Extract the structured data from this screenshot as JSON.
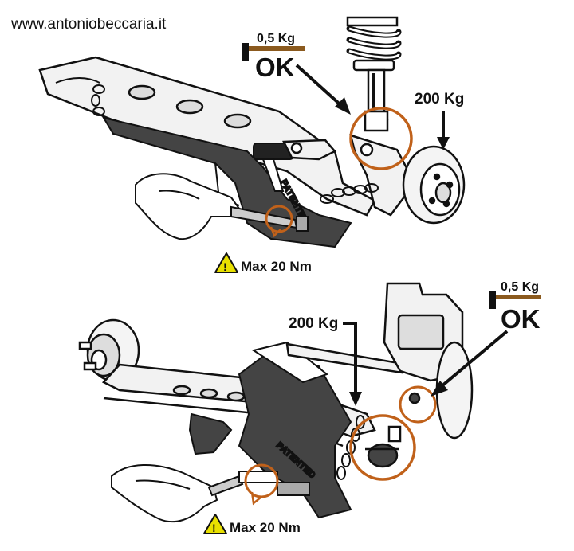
{
  "watermark": "www.antoniobeccaria.it",
  "colors": {
    "highlight_circle": "#c0611a",
    "weight_bar": "#8b5a1e",
    "arm_fill": "#f2f2f2",
    "tool_fill": "#444444",
    "warning_yellow": "#e8e000",
    "ink": "#111111"
  },
  "top_panel": {
    "weight_small": "0,5 Kg",
    "ok": "OK",
    "weight_large": "200 Kg",
    "tool_label": "PATENTED",
    "torque_warning": "Max 20 Nm",
    "warning_icon": "warning-triangle-icon"
  },
  "bottom_panel": {
    "weight_small": "0,5 Kg",
    "ok": "OK",
    "weight_large": "200 Kg",
    "tool_label": "PATENTED",
    "torque_warning": "Max 20 Nm",
    "warning_icon": "warning-triangle-icon"
  },
  "warning_glyph": "!"
}
